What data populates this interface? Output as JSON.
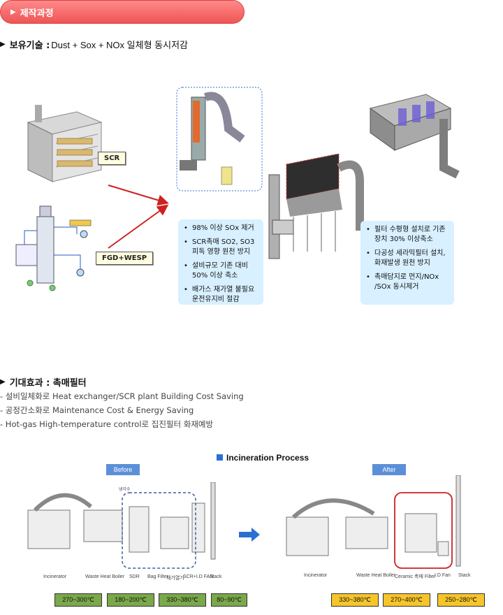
{
  "tab": {
    "label": "제작과정"
  },
  "section1": {
    "title_kr": "보유기술 :",
    "title_rest": "Dust + Sox + NOx 일체형 동시저감"
  },
  "labels": {
    "scr": "SCR",
    "fgd": "FGD+WESP"
  },
  "info_left": [
    "98% 이상 SOx 제거",
    "SCR촉매 SO2, SO3 피독 영향 원천 방지",
    "설비규모 기존 대비 50% 이상 축소",
    "배가스 재가열 불필요 운전유지비 절감"
  ],
  "info_right": [
    "필터 수평형 설치로 기존장치 30% 이상축소",
    "다공성 세라믹필터 설치, 화재발생 원천  방지",
    "촉매담지로  먼지/NOx /SOx 동시제거"
  ],
  "section2": {
    "title": "기대효과 : 촉매필터"
  },
  "benefits": [
    "- 설비일체화로 Heat exchanger/SCR plant Building Cost Saving",
    "- 공정간소화로 Maintenance Cost & Energy Saving",
    "- Hot-gas High-temperature control로 집진필터 화재예방"
  ],
  "process": {
    "title": "Incineration Process",
    "before_label": "Before",
    "after_label": "After",
    "before_stages": [
      "Incinerator",
      "Waste Heat Boiler",
      "SDR",
      "Bag Filter",
      "재가열기",
      "SCR+I.D FAN",
      "Stack"
    ],
    "after_stages": [
      "Incinerator",
      "Waste Heat Boiler",
      "Ceramic 촉매 Filter",
      "I.D Fan",
      "Stack"
    ],
    "before_temps": [
      "270~300℃",
      "180~200℃",
      "330~380℃",
      "80~90℃"
    ],
    "after_temps": [
      "330~380℃",
      "270~400℃",
      "250~280℃"
    ],
    "before_small": "냉각수"
  },
  "colors": {
    "tab": "#ef5454",
    "info_bg": "#d8f0ff",
    "temp_green": "#7aa84a",
    "temp_yellow": "#f5c52b",
    "accent_blue": "#2a6fd6"
  }
}
